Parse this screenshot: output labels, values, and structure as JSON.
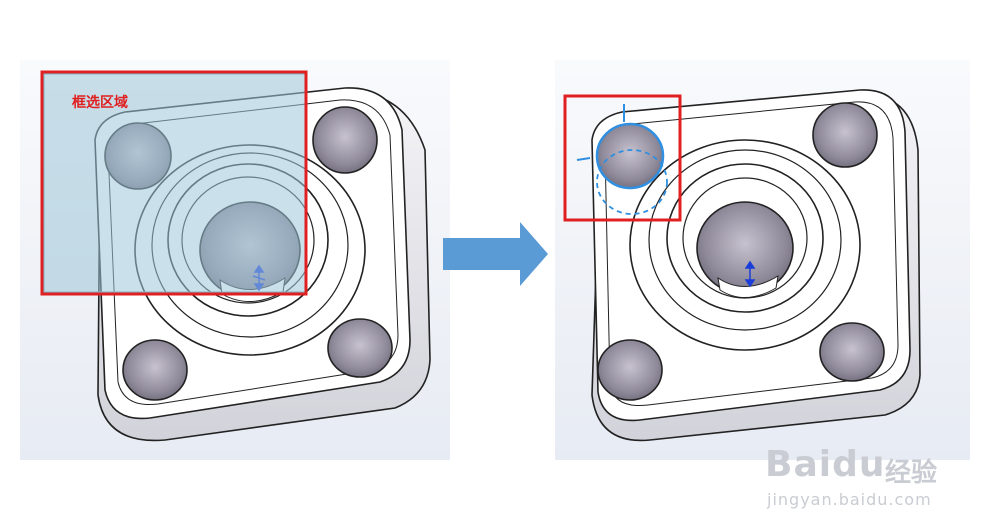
{
  "selection": {
    "label": "框选区域"
  },
  "watermark": {
    "logo": "Baidu",
    "brand": "经验",
    "url": "jingyan.baidu.com"
  },
  "colors": {
    "selection_box": "#e02020",
    "arrow": "#5b9bd5",
    "highlight": "#2f8fe0",
    "part_face": "#ffffff",
    "hole": "#8f8a9a"
  },
  "icons": {
    "arrow": "arrow-right-icon",
    "dimension": "dimension-icon"
  }
}
